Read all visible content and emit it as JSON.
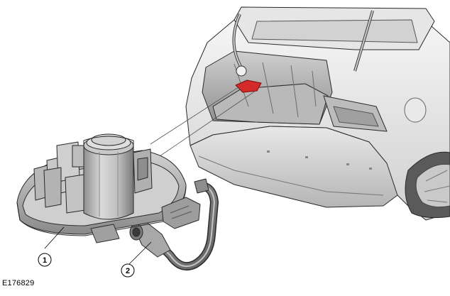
{
  "figure": {
    "id_label": "E176829",
    "callouts": [
      {
        "number": "1",
        "target": "vapour-canister-module"
      },
      {
        "number": "2",
        "target": "hose-connector"
      }
    ]
  },
  "colors": {
    "body_light": "#f3f3f3",
    "body_mid": "#dcdcdc",
    "body_dark": "#9a9a9a",
    "part_light": "#d8d8d8",
    "part_mid": "#b8b8b8",
    "part_dark": "#6e6e6e",
    "highlight_red": "#d42a2a",
    "line": "#2a2a2a"
  }
}
